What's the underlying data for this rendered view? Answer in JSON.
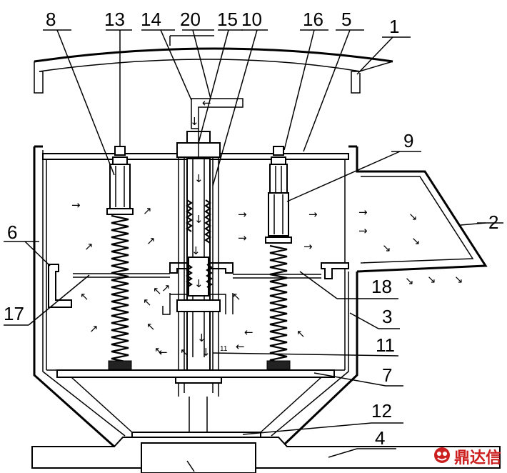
{
  "part_labels": [
    "8",
    "13",
    "14",
    "20",
    "15",
    "10",
    "16",
    "5",
    "1",
    "9",
    "2",
    "6",
    "18",
    "17",
    "3",
    "11",
    "7",
    "12",
    "4"
  ],
  "inner_label": "11",
  "watermark": {
    "text": "鼎达信",
    "color": "#cc1f1f",
    "icon": "brand-logo-icon"
  },
  "flow_arrows": {
    "right": "→",
    "left": "←",
    "down": "↓",
    "up_right": "↗",
    "up_left": "↖",
    "down_right": "↘"
  }
}
